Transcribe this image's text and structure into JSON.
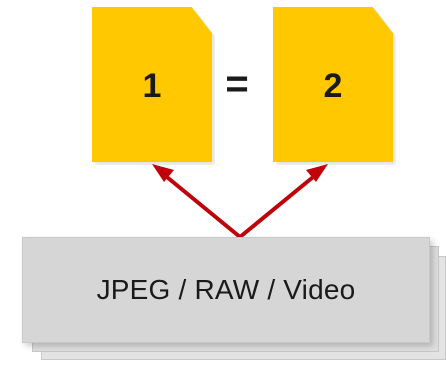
{
  "files": [
    {
      "label": "1"
    },
    {
      "label": "2"
    }
  ],
  "operator": "=",
  "source": {
    "label": "JPEG / RAW / Video"
  },
  "colors": {
    "file_fill": "#ffc800",
    "arrow": "#c0000a",
    "card": "#d6d6d6"
  }
}
